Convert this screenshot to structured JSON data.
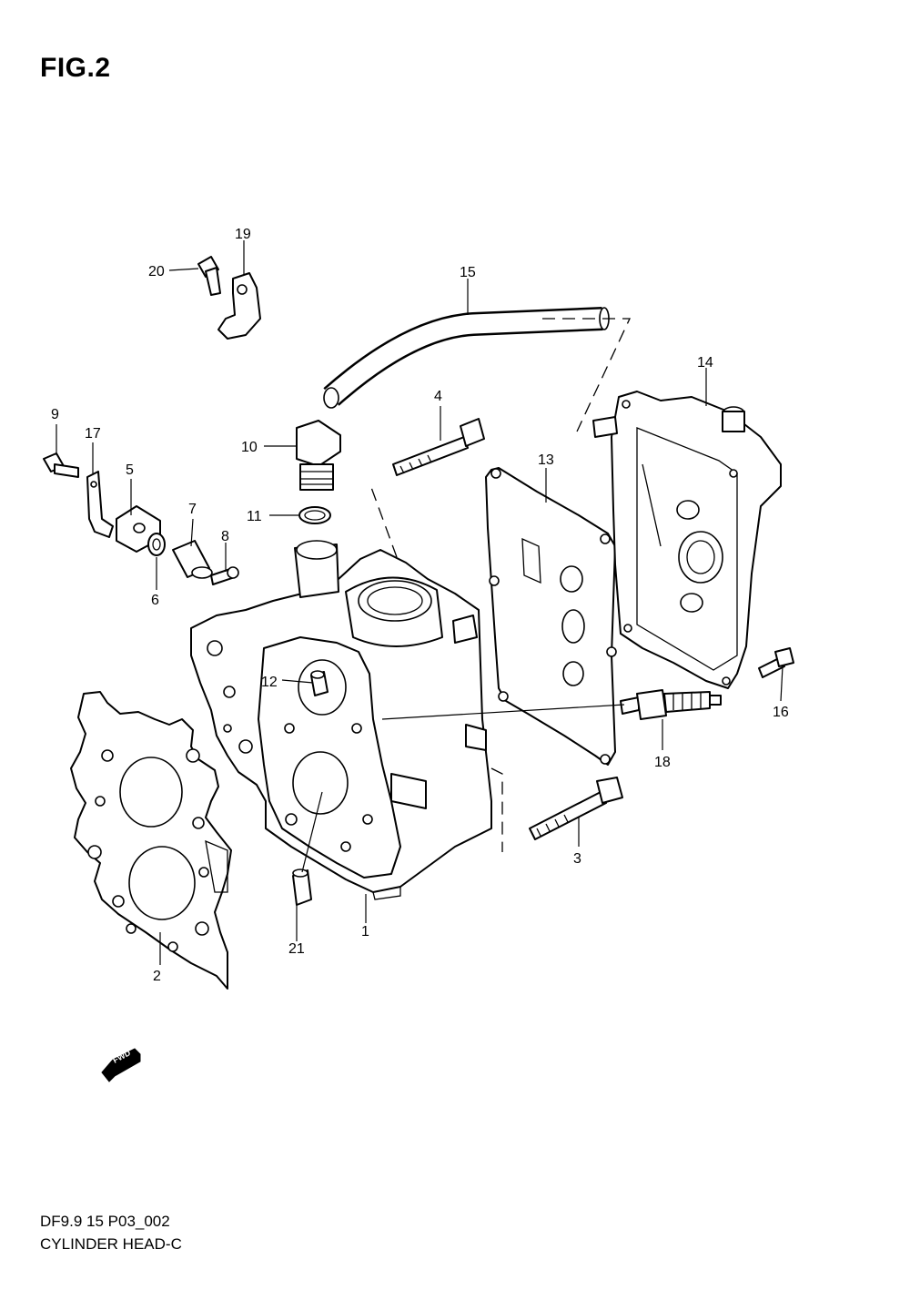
{
  "figure": {
    "title": "FIG.2"
  },
  "footer": {
    "code": "DF9.9 15 P03_002",
    "name": "CYLINDER HEAD-C"
  },
  "fwd_badge": {
    "label": "FWD"
  },
  "callouts": [
    "1",
    "2",
    "3",
    "4",
    "5",
    "6",
    "7",
    "8",
    "9",
    "10",
    "11",
    "12",
    "13",
    "14",
    "15",
    "16",
    "17",
    "18",
    "19",
    "20",
    "21"
  ]
}
